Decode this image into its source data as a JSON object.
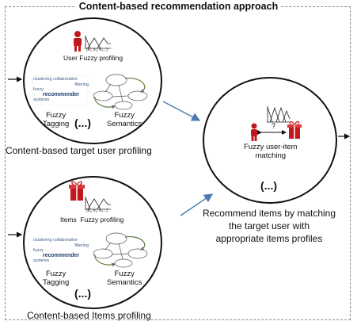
{
  "title": "Content-based recommendation approach",
  "user_profiling": {
    "label": "User Fuzzy profiling",
    "tagging": "Fuzzy\nTagging",
    "semantics": "Fuzzy\nSemantics",
    "ellipsis": "(...)",
    "caption": "Content-based target user profiling",
    "fuzzy_set_labels": "(e₁, e₂, e₃...)"
  },
  "items_profiling": {
    "label": "Items  Fuzzy profiling",
    "tagging": "Fuzzy\nTagging",
    "semantics": "Fuzzy\nSemantics",
    "ellipsis": "(...)",
    "caption": "Content-based Items profiling",
    "fuzzy_set_labels": "(e₁, e₂, e₃...)"
  },
  "matching": {
    "label": "Fuzzy user-item\nmatching",
    "question": "?",
    "ellipsis": "(...)",
    "caption": "Recommend items by matching\nthe target user with\nappropriate items profiles"
  },
  "tag_cloud": {
    "words": [
      "clustering",
      "collaborative",
      "filtering",
      "fuzzy",
      "recommender",
      "systems"
    ]
  },
  "colors": {
    "person": "#c0181c",
    "gift": "#c0181c",
    "arrow": "#4a7ab0",
    "circle": "#111111"
  }
}
